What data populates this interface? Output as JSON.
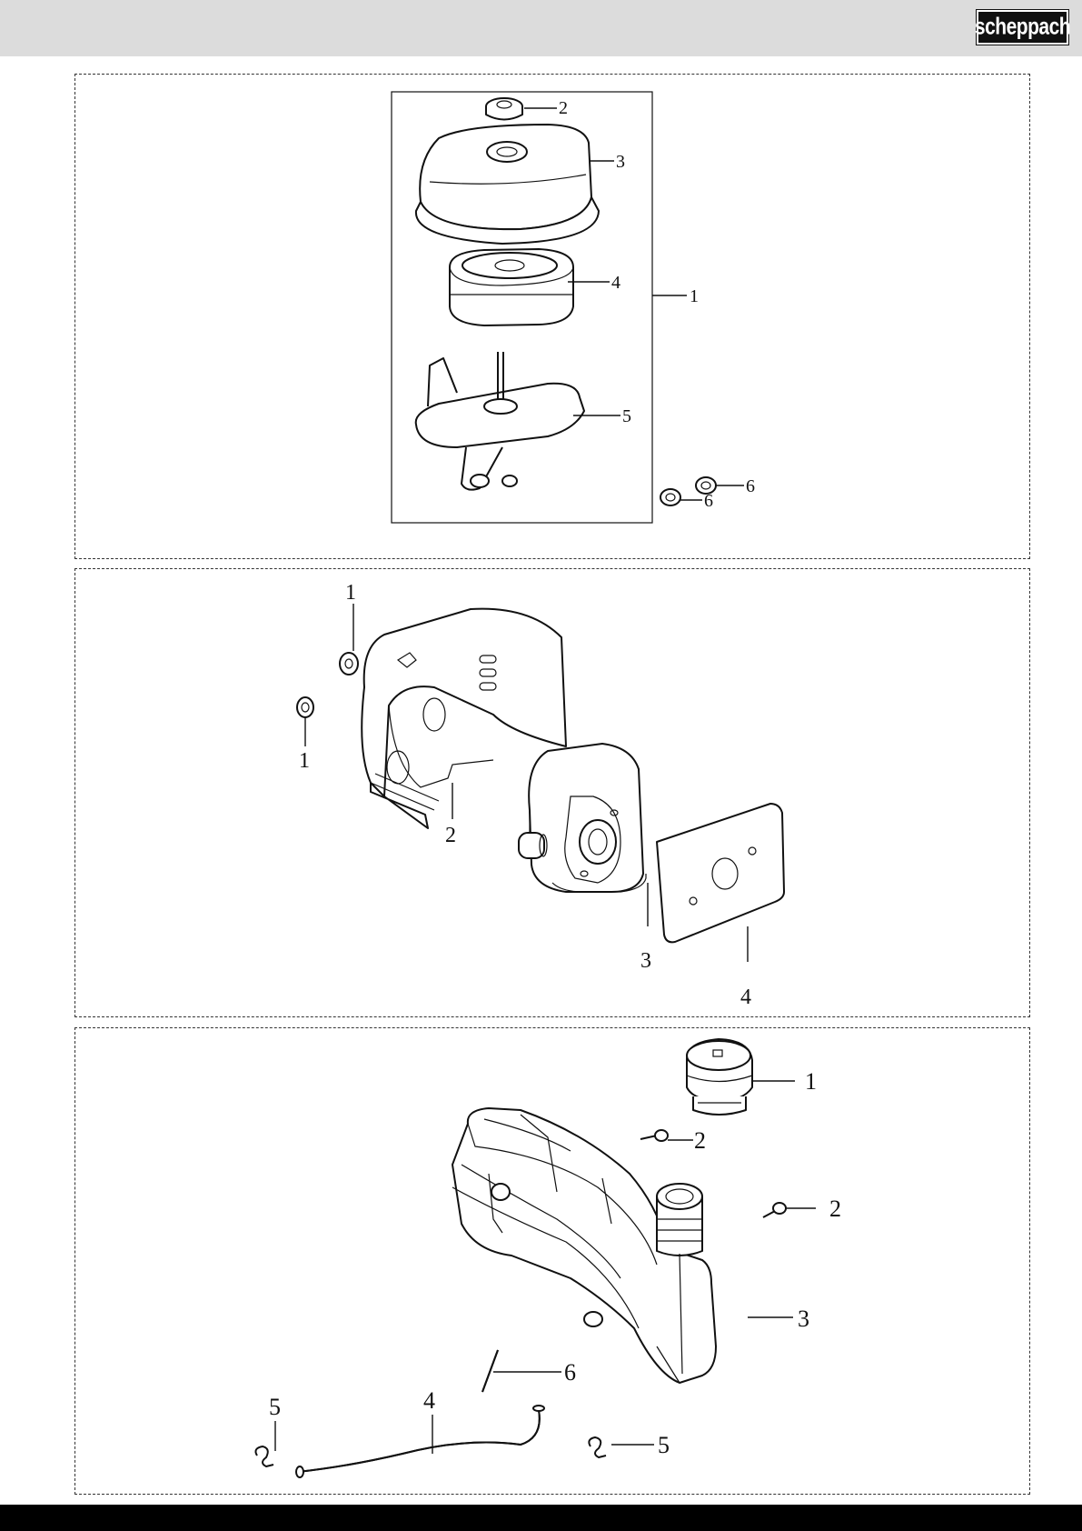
{
  "header": {
    "brand_logo": "scheppach"
  },
  "panel_air_filter": {
    "callouts": [
      "1",
      "2",
      "3",
      "4",
      "5",
      "6",
      "6"
    ]
  },
  "panel_muffler": {
    "callouts": [
      "1",
      "1",
      "2",
      "3",
      "4"
    ]
  },
  "panel_fuel_tank": {
    "callouts": [
      "1",
      "2",
      "2",
      "3",
      "4",
      "5",
      "5",
      "6"
    ]
  },
  "colors": {
    "header_bar": "#dcdcdc",
    "footer_bar": "#000000",
    "line": "#111111"
  }
}
